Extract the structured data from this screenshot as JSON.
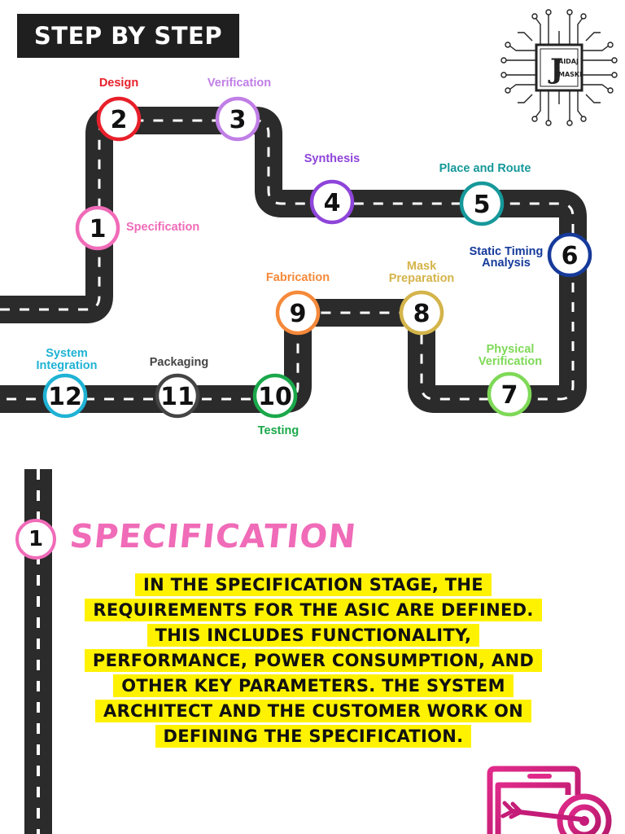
{
  "header": {
    "title": "STEP BY STEP"
  },
  "logo": {
    "line1": "AIDAJ",
    "line2": "MASKI",
    "initial": "J"
  },
  "colors": {
    "road": "#2b2b2b",
    "highlight": "#fff200",
    "spec_pink": "#f06bb8"
  },
  "steps": [
    {
      "num": "1",
      "label": "Specification",
      "color": "#f06bb8"
    },
    {
      "num": "2",
      "label": "Design",
      "color": "#e8202a"
    },
    {
      "num": "3",
      "label": "Verification",
      "color": "#c07ee6"
    },
    {
      "num": "4",
      "label": "Synthesis",
      "color": "#8e44d9"
    },
    {
      "num": "5",
      "label": "Place and Route",
      "color": "#16989a"
    },
    {
      "num": "6",
      "label_lines": [
        "Static Timing",
        "Analysis"
      ],
      "color": "#163a9a"
    },
    {
      "num": "7",
      "label_lines": [
        "Physical",
        "Verification"
      ],
      "color": "#7ed957"
    },
    {
      "num": "8",
      "label_lines": [
        "Mask",
        "Preparation"
      ],
      "color": "#d4b44a"
    },
    {
      "num": "9",
      "label": "Fabrication",
      "color": "#f5893a"
    },
    {
      "num": "10",
      "label": "Testing",
      "color": "#1aa84a"
    },
    {
      "num": "11",
      "label": "Packaging",
      "color": "#444444"
    },
    {
      "num": "12",
      "label_lines": [
        "System",
        "Integration"
      ],
      "color": "#1fb2d4"
    }
  ],
  "detail": {
    "number": "1",
    "title": "SPECIFICATION",
    "description": "In the specification stage, the requirements for the ASIC are defined. This includes functionality, performance, power consumption, and other key parameters. The system architect and the customer work on defining the specification."
  }
}
